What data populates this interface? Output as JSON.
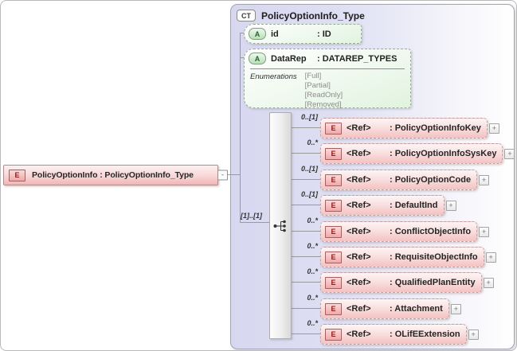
{
  "root_element": {
    "badge": "E",
    "label": "PolicyOptionInfo : PolicyOptionInfo_Type",
    "collapse_glyph": "-"
  },
  "complex_type": {
    "badge": "CT",
    "title": "PolicyOptionInfo_Type",
    "attributes": [
      {
        "badge": "A",
        "name": "id",
        "type": ": ID"
      },
      {
        "badge": "A",
        "name": "DataRep",
        "type": ": DATAREP_TYPES",
        "enumerations_label": "Enumerations",
        "enumerations": [
          "[Full]",
          "[Partial]",
          "[ReadOnly]",
          "[Removed]"
        ]
      }
    ],
    "sequence": {
      "cardinality": "[1]..[1]",
      "icon": "sequence-icon"
    },
    "elements": [
      {
        "cardinality": "0..[1]",
        "badge": "E",
        "ref": "<Ref>",
        "type": ": PolicyOptionInfoKey",
        "expand_glyph": "+"
      },
      {
        "cardinality": "0..*",
        "badge": "E",
        "ref": "<Ref>",
        "type": ": PolicyOptionInfoSysKey",
        "expand_glyph": "+"
      },
      {
        "cardinality": "0..[1]",
        "badge": "E",
        "ref": "<Ref>",
        "type": ": PolicyOptionCode",
        "expand_glyph": "+"
      },
      {
        "cardinality": "0..[1]",
        "badge": "E",
        "ref": "<Ref>",
        "type": ": DefaultInd",
        "expand_glyph": "+"
      },
      {
        "cardinality": "0..*",
        "badge": "E",
        "ref": "<Ref>",
        "type": ": ConflictObjectInfo",
        "expand_glyph": "+"
      },
      {
        "cardinality": "0..*",
        "badge": "E",
        "ref": "<Ref>",
        "type": ": RequisiteObjectInfo",
        "expand_glyph": "+"
      },
      {
        "cardinality": "0..*",
        "badge": "E",
        "ref": "<Ref>",
        "type": ": QualifiedPlanEntity",
        "expand_glyph": "+"
      },
      {
        "cardinality": "0..*",
        "badge": "E",
        "ref": "<Ref>",
        "type": ": Attachment",
        "expand_glyph": "+"
      },
      {
        "cardinality": "0..*",
        "badge": "E",
        "ref": "<Ref>",
        "type": ": OLifEExtension",
        "expand_glyph": "+"
      }
    ]
  },
  "colors": {
    "element_pink": "#f3c2c2",
    "attribute_green": "#e1f3df",
    "container_lavender": "#d7d7ef",
    "connector_gray": "#9a9a9a",
    "element_badge_red": "#8c1c1c",
    "attribute_badge_green": "#2c5f2c"
  }
}
